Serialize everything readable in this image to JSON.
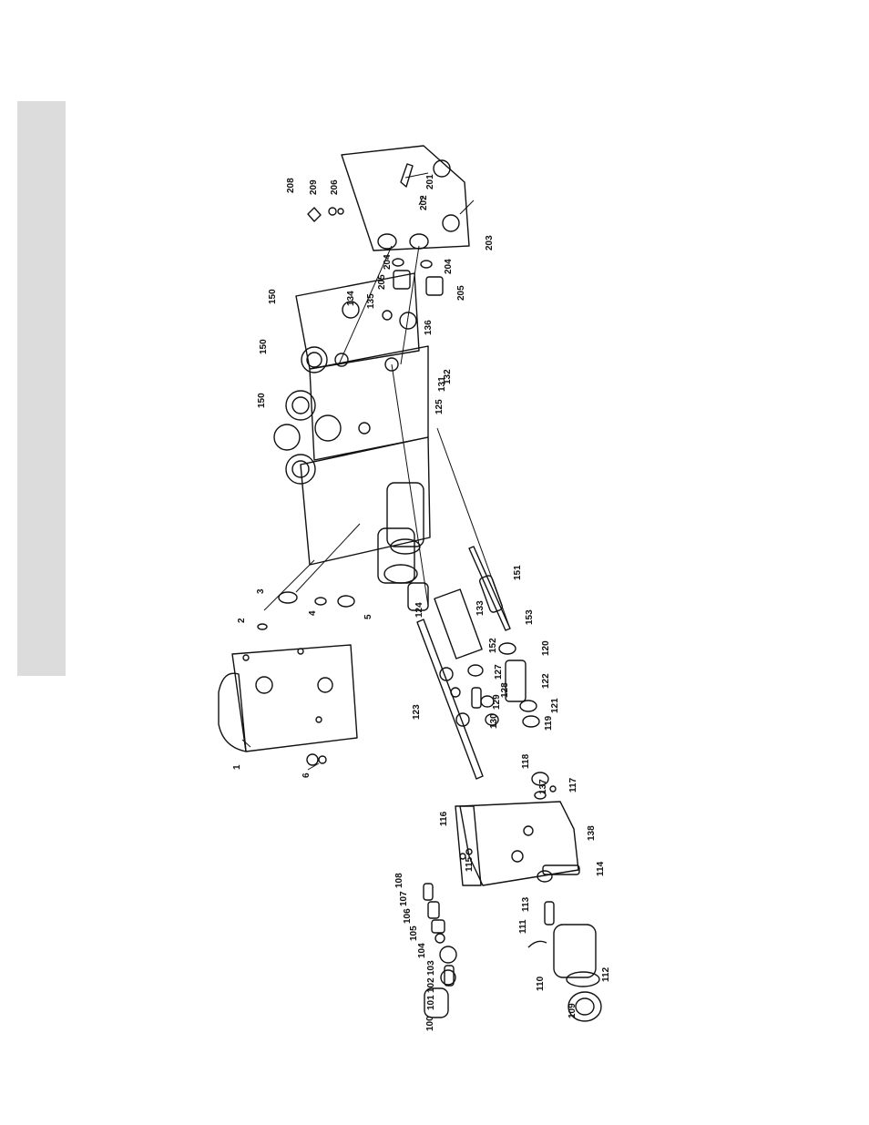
{
  "diagram": {
    "labels": [
      {
        "id": "l1",
        "text": "1"
      },
      {
        "id": "l2",
        "text": "2"
      },
      {
        "id": "l3",
        "text": "3"
      },
      {
        "id": "l4",
        "text": "4"
      },
      {
        "id": "l5",
        "text": "5"
      },
      {
        "id": "l6",
        "text": "6"
      },
      {
        "id": "l100",
        "text": "100"
      },
      {
        "id": "l101",
        "text": "101"
      },
      {
        "id": "l102",
        "text": "102"
      },
      {
        "id": "l103",
        "text": "103"
      },
      {
        "id": "l104",
        "text": "104"
      },
      {
        "id": "l105",
        "text": "105"
      },
      {
        "id": "l106",
        "text": "106"
      },
      {
        "id": "l107",
        "text": "107"
      },
      {
        "id": "l108",
        "text": "108"
      },
      {
        "id": "l109",
        "text": "109"
      },
      {
        "id": "l110",
        "text": "110"
      },
      {
        "id": "l111",
        "text": "111"
      },
      {
        "id": "l112",
        "text": "112"
      },
      {
        "id": "l113",
        "text": "113"
      },
      {
        "id": "l114",
        "text": "114"
      },
      {
        "id": "l115",
        "text": "115"
      },
      {
        "id": "l116",
        "text": "116"
      },
      {
        "id": "l117",
        "text": "117"
      },
      {
        "id": "l118",
        "text": "118"
      },
      {
        "id": "l119",
        "text": "119"
      },
      {
        "id": "l120",
        "text": "120"
      },
      {
        "id": "l121",
        "text": "121"
      },
      {
        "id": "l122",
        "text": "122"
      },
      {
        "id": "l123",
        "text": "123"
      },
      {
        "id": "l124",
        "text": "124"
      },
      {
        "id": "l125",
        "text": "125"
      },
      {
        "id": "l127",
        "text": "127"
      },
      {
        "id": "l128",
        "text": "128"
      },
      {
        "id": "l129",
        "text": "129"
      },
      {
        "id": "l130",
        "text": "130"
      },
      {
        "id": "l131",
        "text": "131"
      },
      {
        "id": "l132",
        "text": "132"
      },
      {
        "id": "l133",
        "text": "133"
      },
      {
        "id": "l134",
        "text": "134"
      },
      {
        "id": "l135",
        "text": "135"
      },
      {
        "id": "l136",
        "text": "136"
      },
      {
        "id": "l137",
        "text": "137"
      },
      {
        "id": "l138",
        "text": "138"
      },
      {
        "id": "l150a",
        "text": "150"
      },
      {
        "id": "l150b",
        "text": "150"
      },
      {
        "id": "l150c",
        "text": "150"
      },
      {
        "id": "l151",
        "text": "151"
      },
      {
        "id": "l152",
        "text": "152"
      },
      {
        "id": "l153",
        "text": "153"
      },
      {
        "id": "l201",
        "text": "201"
      },
      {
        "id": "l202",
        "text": "202"
      },
      {
        "id": "l203",
        "text": "203"
      },
      {
        "id": "l204a",
        "text": "204"
      },
      {
        "id": "l204b",
        "text": "204"
      },
      {
        "id": "l205a",
        "text": "205"
      },
      {
        "id": "l205b",
        "text": "205"
      },
      {
        "id": "l206",
        "text": "206"
      },
      {
        "id": "l208",
        "text": "208"
      },
      {
        "id": "l209",
        "text": "209"
      }
    ]
  }
}
